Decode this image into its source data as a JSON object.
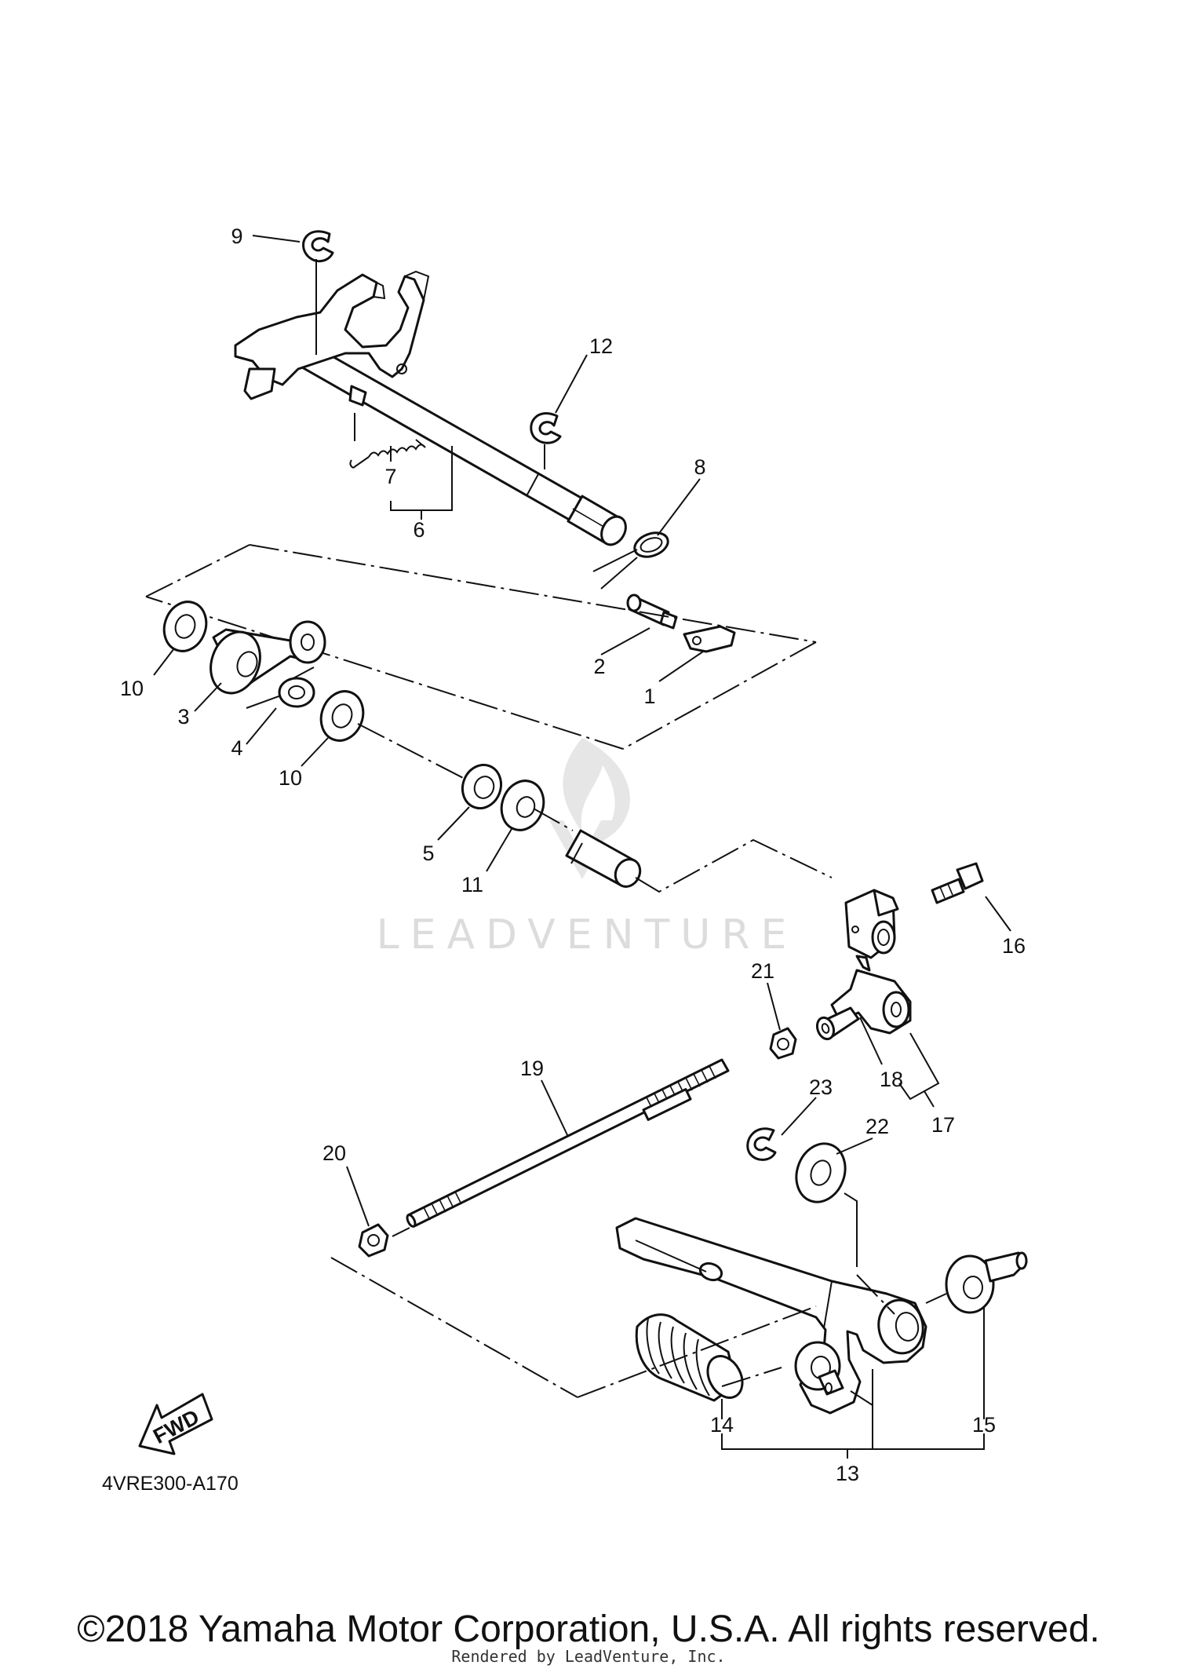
{
  "diagram": {
    "part_code": "4VRE300-A170",
    "fwd_label": "FWD",
    "watermark": "LEADVENTURE",
    "callouts": {
      "c1": "1",
      "c2": "2",
      "c3": "3",
      "c4": "4",
      "c5": "5",
      "c6": "6",
      "c7": "7",
      "c8": "8",
      "c9": "9",
      "c10a": "10",
      "c10b": "10",
      "c11": "11",
      "c12": "12",
      "c13": "13",
      "c14": "14",
      "c15": "15",
      "c16": "16",
      "c17": "17",
      "c18": "18",
      "c19": "19",
      "c20": "20",
      "c21": "21",
      "c22": "22",
      "c23": "23"
    }
  },
  "footer": {
    "copyright": "©2018 Yamaha Motor Corporation, U.S.A. All rights reserved.",
    "rendered_by": "Rendered by LeadVenture, Inc."
  }
}
